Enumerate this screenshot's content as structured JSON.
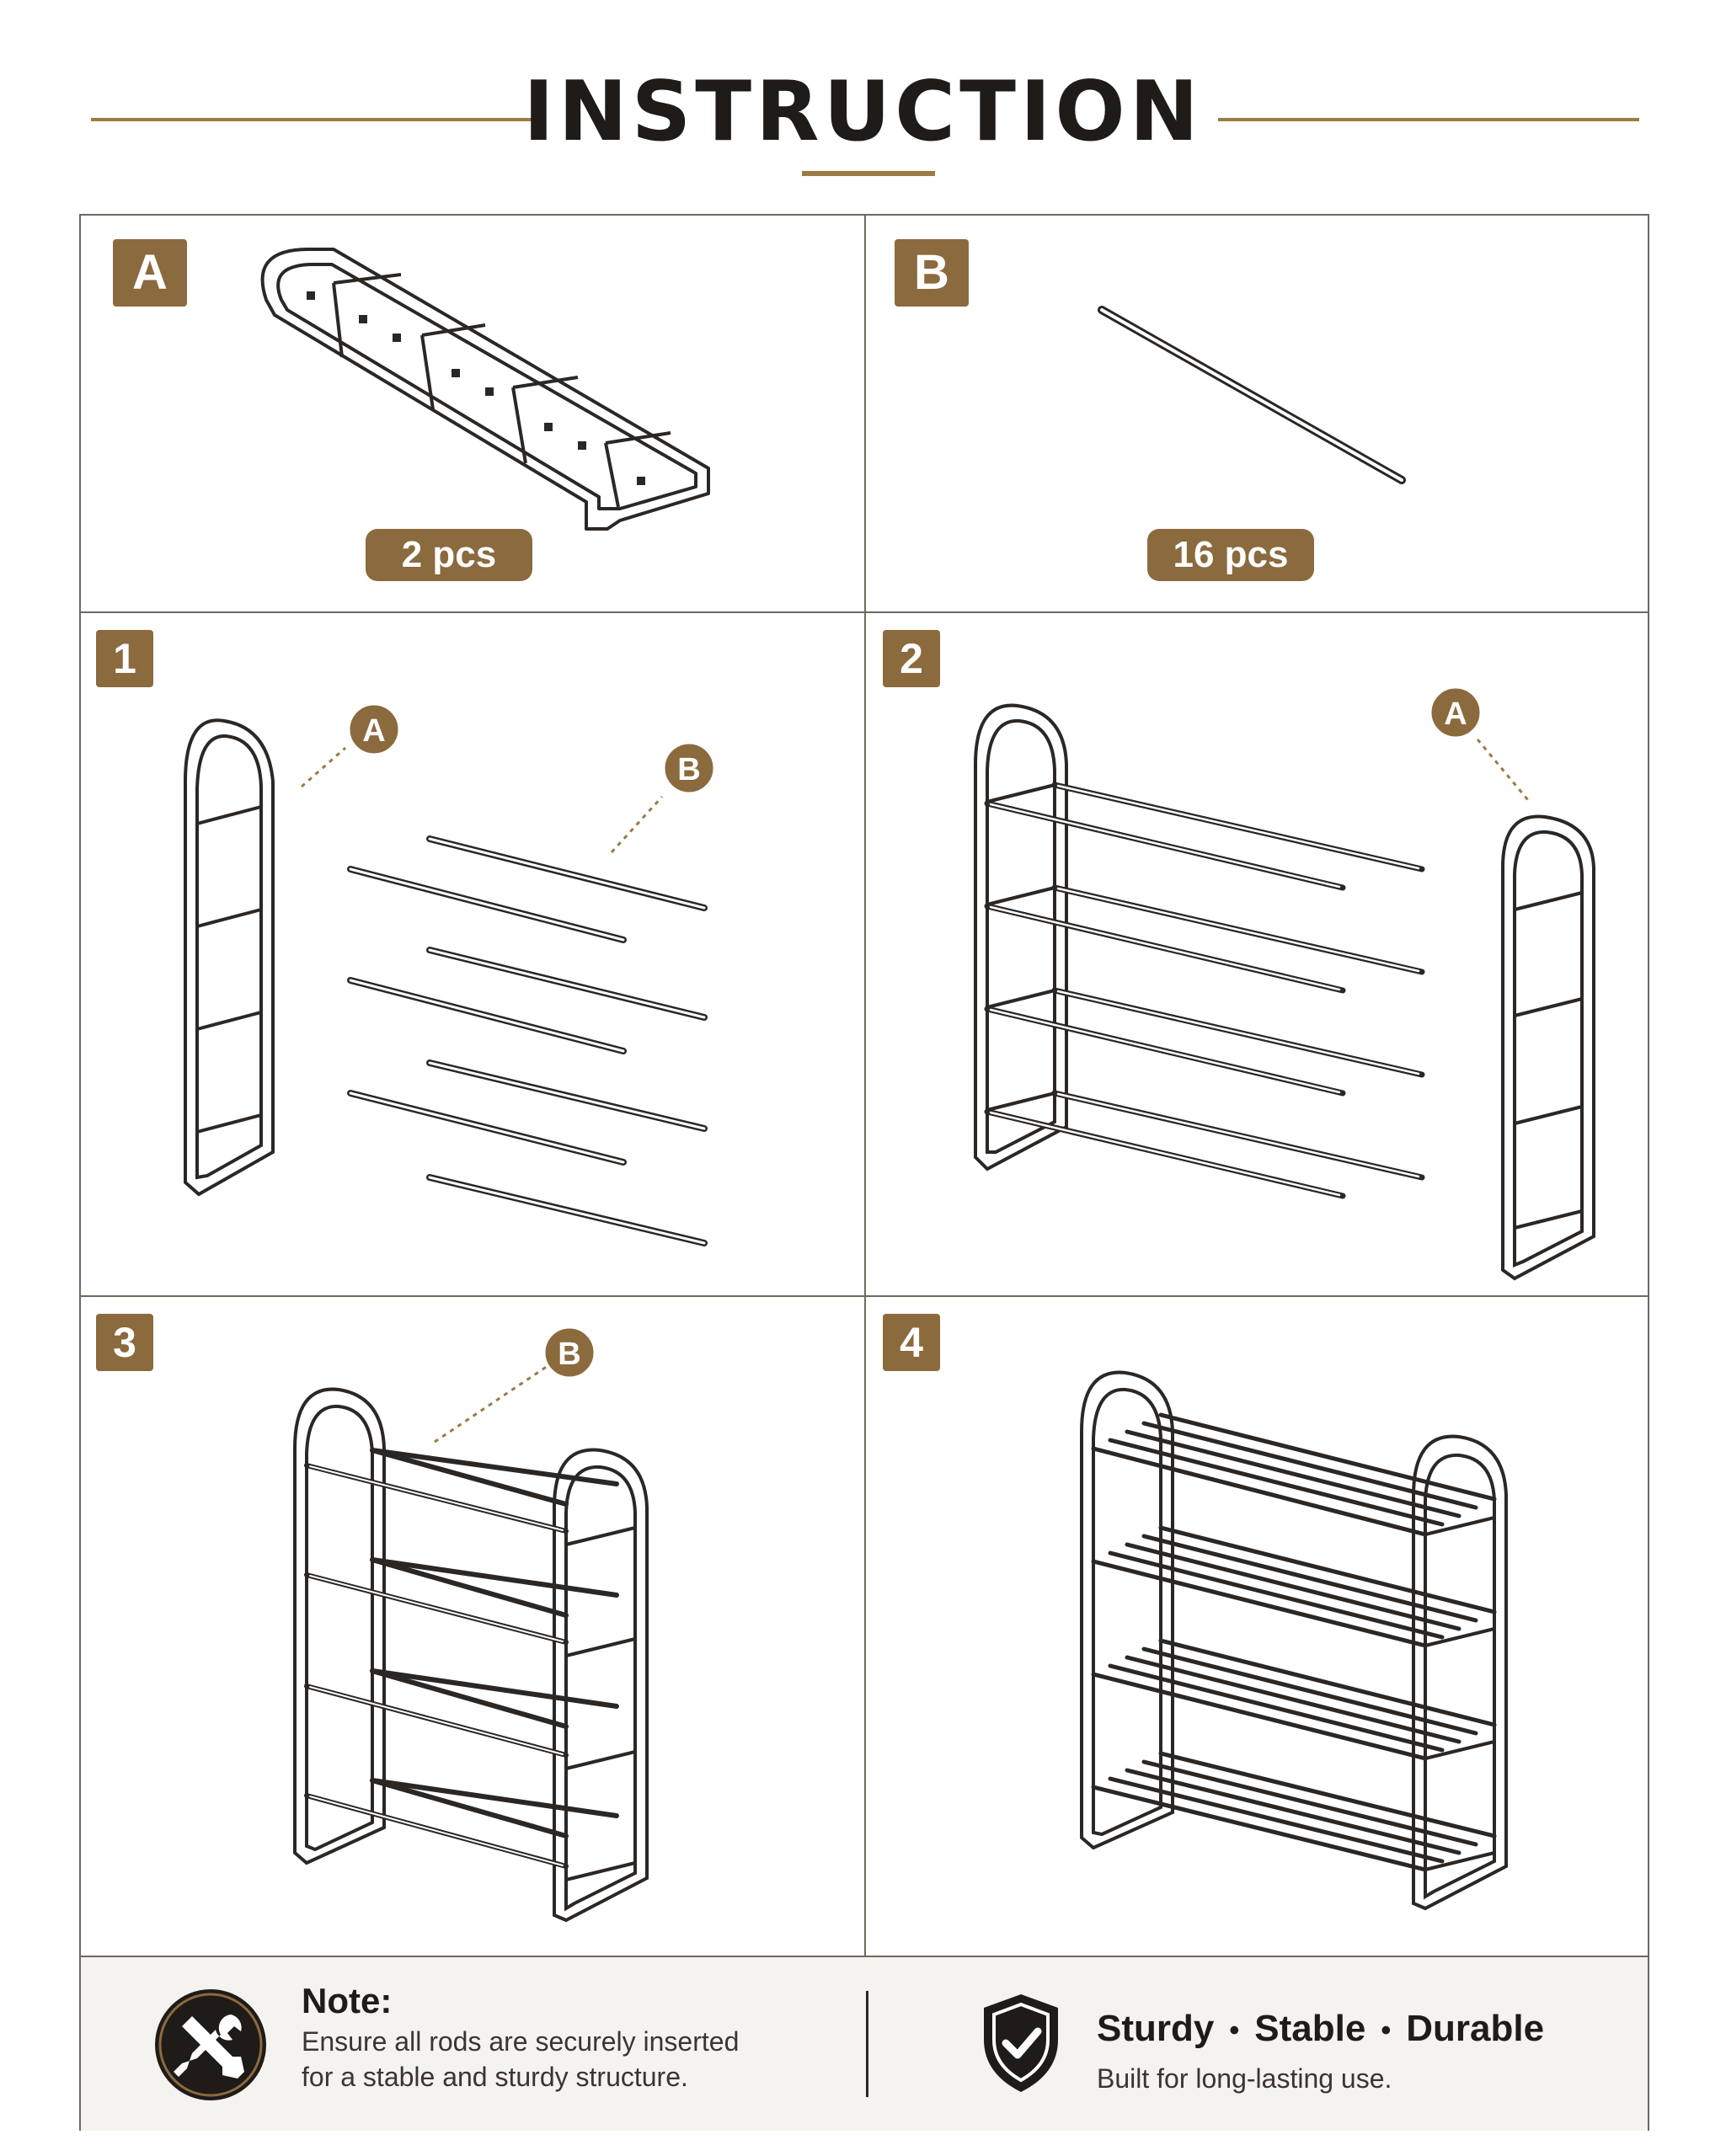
{
  "header": {
    "title": "INSTRUCTION"
  },
  "parts": [
    {
      "label": "A",
      "quantity": "2 pcs"
    },
    {
      "label": "B",
      "quantity": "16 pcs"
    }
  ],
  "steps": [
    {
      "number": "1",
      "callouts": [
        "A",
        "B"
      ]
    },
    {
      "number": "2",
      "callouts": [
        "A"
      ]
    },
    {
      "number": "3",
      "callouts": [
        "B"
      ]
    },
    {
      "number": "4",
      "callouts": []
    }
  ],
  "footer": {
    "note_title": "Note:",
    "note_lines": [
      "Ensure all rods are securely inserted",
      "for a stable and sturdy structure."
    ],
    "tags": [
      "Sturdy",
      "Stable",
      "Durable"
    ],
    "tag_separator": "•",
    "tag_subtitle": "Built for long-lasting use."
  },
  "colors": {
    "accent": "#8b6a3e",
    "line": "#9b7a45",
    "ink": "#1e1b18"
  },
  "icons": {
    "note": "tools-icon",
    "quality": "shield-check-icon"
  }
}
